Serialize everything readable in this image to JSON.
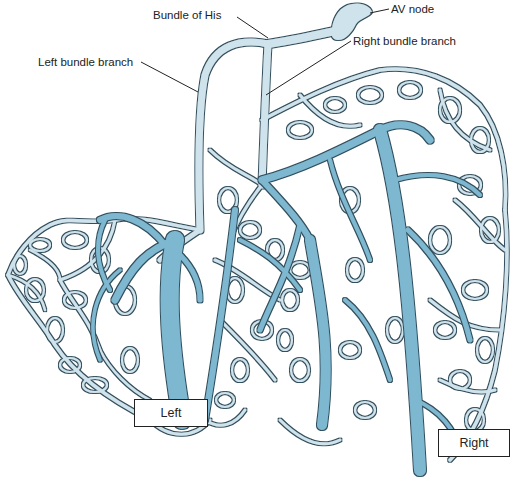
{
  "diagram": {
    "nodes": [
      {
        "text": [
          "Left"
        ]
      },
      {
        "text": [
          "Right"
        ]
      }
    ],
    "labels": [
      "Bundle of His",
      "AV node",
      "Right bundle branch",
      "Left bundle branch"
    ]
  }
}
